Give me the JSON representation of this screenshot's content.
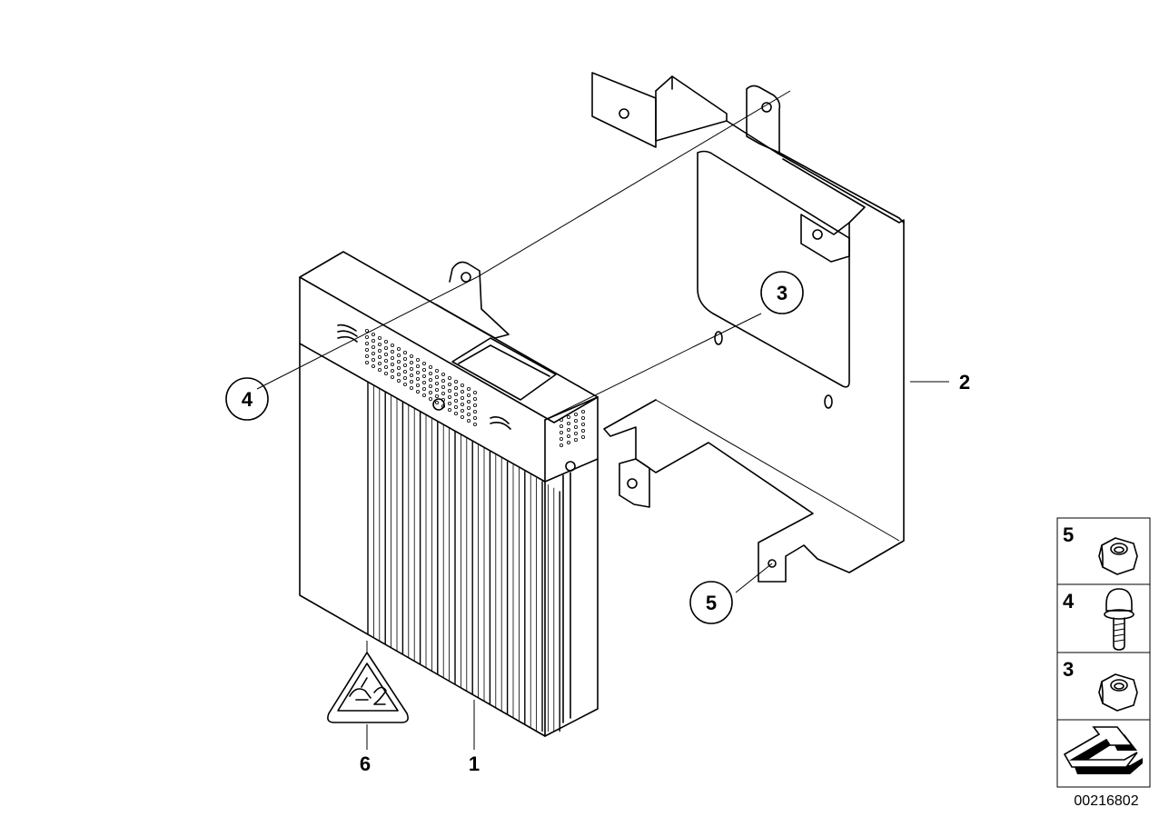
{
  "diagram": {
    "callouts": [
      {
        "id": "c1",
        "text": "1"
      },
      {
        "id": "c2",
        "text": "2"
      },
      {
        "id": "c3",
        "text": "3"
      },
      {
        "id": "c4",
        "text": "4"
      },
      {
        "id": "c5",
        "text": "5"
      },
      {
        "id": "c6",
        "text": "6"
      }
    ],
    "legend": [
      {
        "text": "5",
        "part": "hex-nut-icon"
      },
      {
        "text": "4",
        "part": "bolt-icon"
      },
      {
        "text": "3",
        "part": "hex-nut-icon"
      }
    ],
    "legend_arrow": "arrow-icon",
    "drawing_number": "00216802"
  }
}
